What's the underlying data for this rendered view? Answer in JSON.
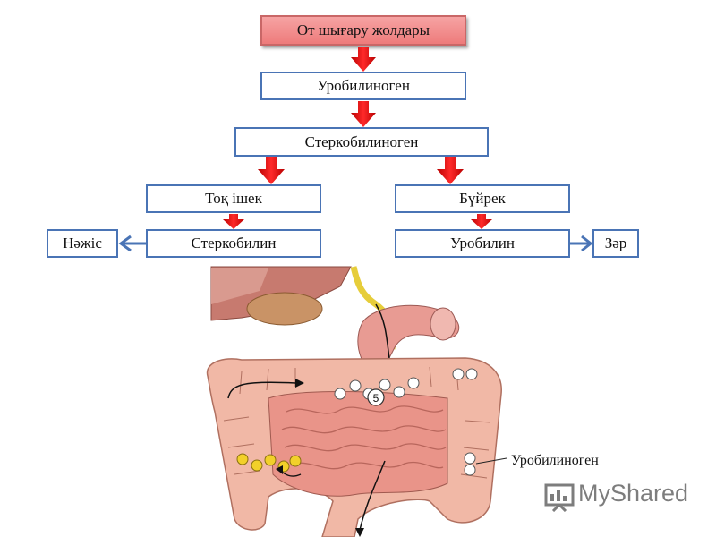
{
  "flow": {
    "top": "Өт шығару жолдары",
    "level1": "Уробилиноген",
    "level2": "Стеркобилиноген",
    "left_branch": "Тоқ ішек",
    "right_branch": "Бүйрек",
    "left_product": "Стеркобилин",
    "right_product": "Уробилин",
    "left_excretion": "Нәжіс",
    "right_excretion": "Зәр"
  },
  "illustration": {
    "label": "Уробилиноген",
    "marker": "5"
  },
  "watermark": "MyShared",
  "colors": {
    "box_border": "#4a74b5",
    "top_box_fill": "#ee7b7b",
    "down_arrow": "#dd1111",
    "side_arrow": "#4a74b5",
    "intestine": "#f1b8a6"
  },
  "icons": [
    "down-arrow-icon",
    "left-arrow-icon",
    "right-arrow-icon",
    "presentation-board-icon"
  ]
}
